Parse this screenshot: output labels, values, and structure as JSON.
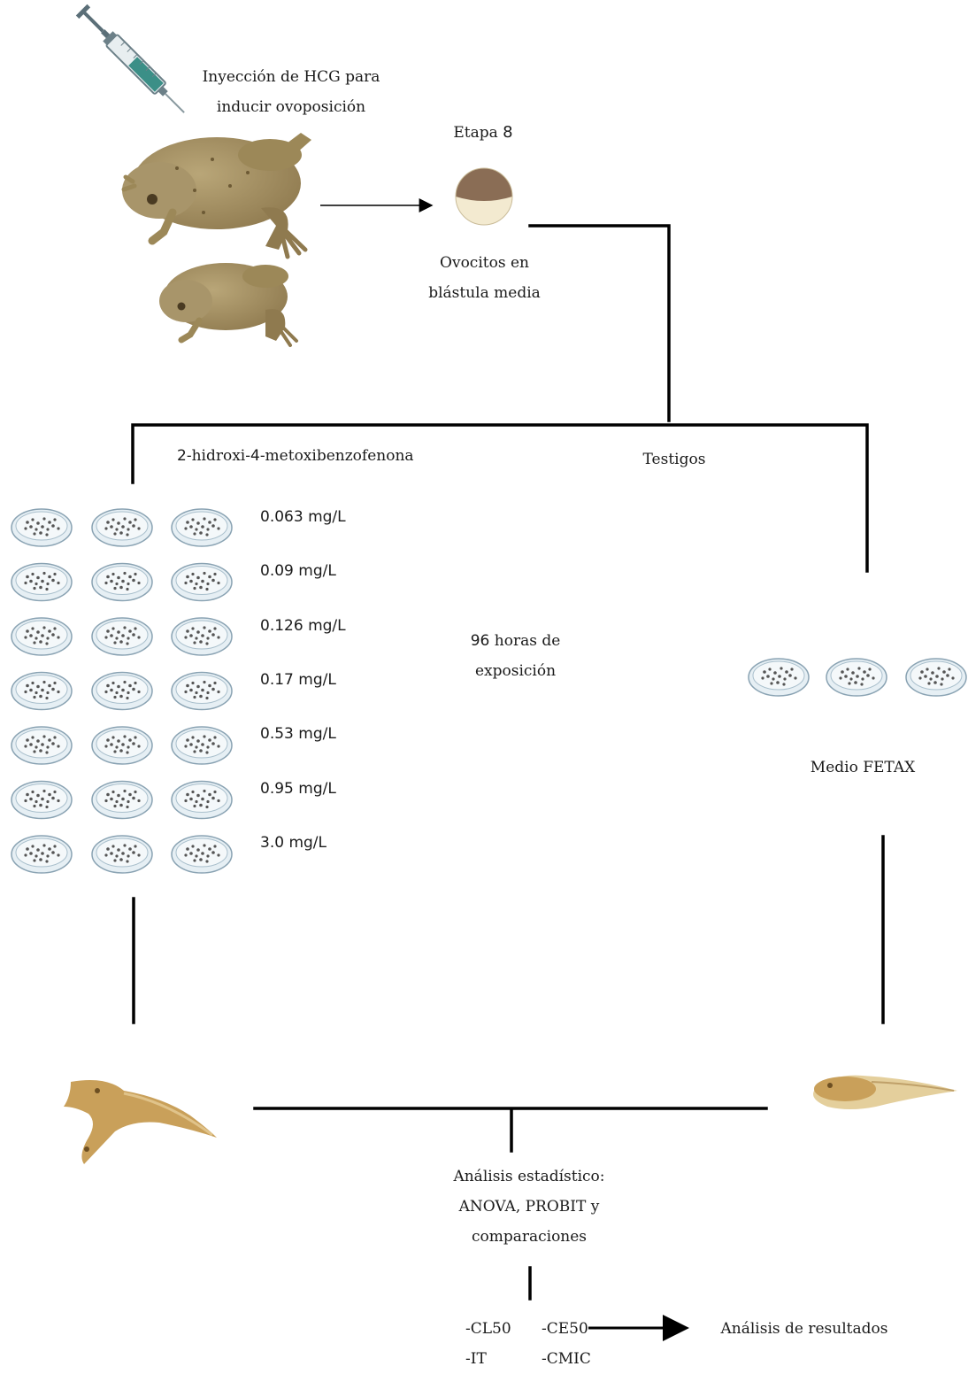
{
  "injection": {
    "line1": "Inyección de HCG para",
    "line2": "inducir ovoposición"
  },
  "stage": {
    "prefix": "Etapa",
    "number": "8"
  },
  "oocytes": {
    "line1": "Ovocitos en",
    "line2": "blástula media"
  },
  "treatment": {
    "number": "2",
    "name": "-hidroxi-",
    "number2": "4",
    "name2": "-metoxibenzofenona"
  },
  "controls": {
    "label": "Testigos"
  },
  "concentrations": [
    "0.063 mg/L",
    "0.09 mg/L",
    "0.126 mg/L",
    "0.17 mg/L",
    "0.53 mg/L",
    "0.95 mg/L",
    "3.0 mg/L"
  ],
  "exposure": {
    "number": "96",
    "line1_rest": " horas de",
    "line2": "exposición"
  },
  "control_medium": {
    "label": "Medio FETAX"
  },
  "statistics": {
    "line1": "Análisis estadístico:",
    "line2": "ANOVA, PROBIT y",
    "line3": "comparaciones"
  },
  "endpoints": {
    "cl50": "-CL50",
    "ce50": "-CE50",
    "it": "-IT",
    "cmic": "-CMIC"
  },
  "results": {
    "label": "Análisis de resultados"
  },
  "colors": {
    "frog": "#a9956a",
    "frog_dark": "#7d6a45",
    "egg_top": "#8a6d55",
    "egg_bottom": "#f3ead0",
    "dish": "#d8e6ee",
    "tadpole_malformed": "#c9a05a",
    "tadpole_normal": "#d9b877"
  }
}
